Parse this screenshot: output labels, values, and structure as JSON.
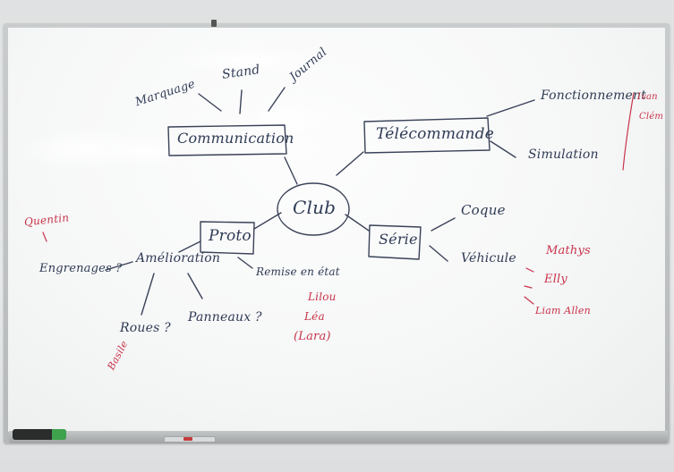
{
  "mindmap": {
    "center": "Club",
    "branches": {
      "communication": {
        "label": "Communication",
        "children": [
          "Marquage",
          "Stand",
          "Journal"
        ]
      },
      "telecommande": {
        "label": "Télécommande",
        "children": [
          "Fonctionnement",
          "Simulation"
        ]
      },
      "serie": {
        "label": "Série",
        "children": [
          "Coque",
          "Véhicule"
        ]
      },
      "proto": {
        "label": "Proto",
        "children": [
          "Amélioration",
          "Remise en état"
        ]
      },
      "amelioration": {
        "children": [
          "Engrenages ?",
          "Roues ?",
          "Panneaux ?"
        ]
      }
    }
  },
  "red_notes": {
    "telecommande": [
      "Ivan",
      "Clém"
    ],
    "proto": "Quentin",
    "roues": "Basile",
    "remise_en_etat": [
      "Lilou",
      "Léa",
      "(Lara)"
    ],
    "vehicule": [
      "Mathys",
      "Elly",
      "Liam Allen"
    ]
  },
  "colors": {
    "marker_blue": "#2f3b55",
    "marker_red": "#c8334a",
    "board": "#f7f8f8",
    "frame": "#b9bcbd"
  }
}
